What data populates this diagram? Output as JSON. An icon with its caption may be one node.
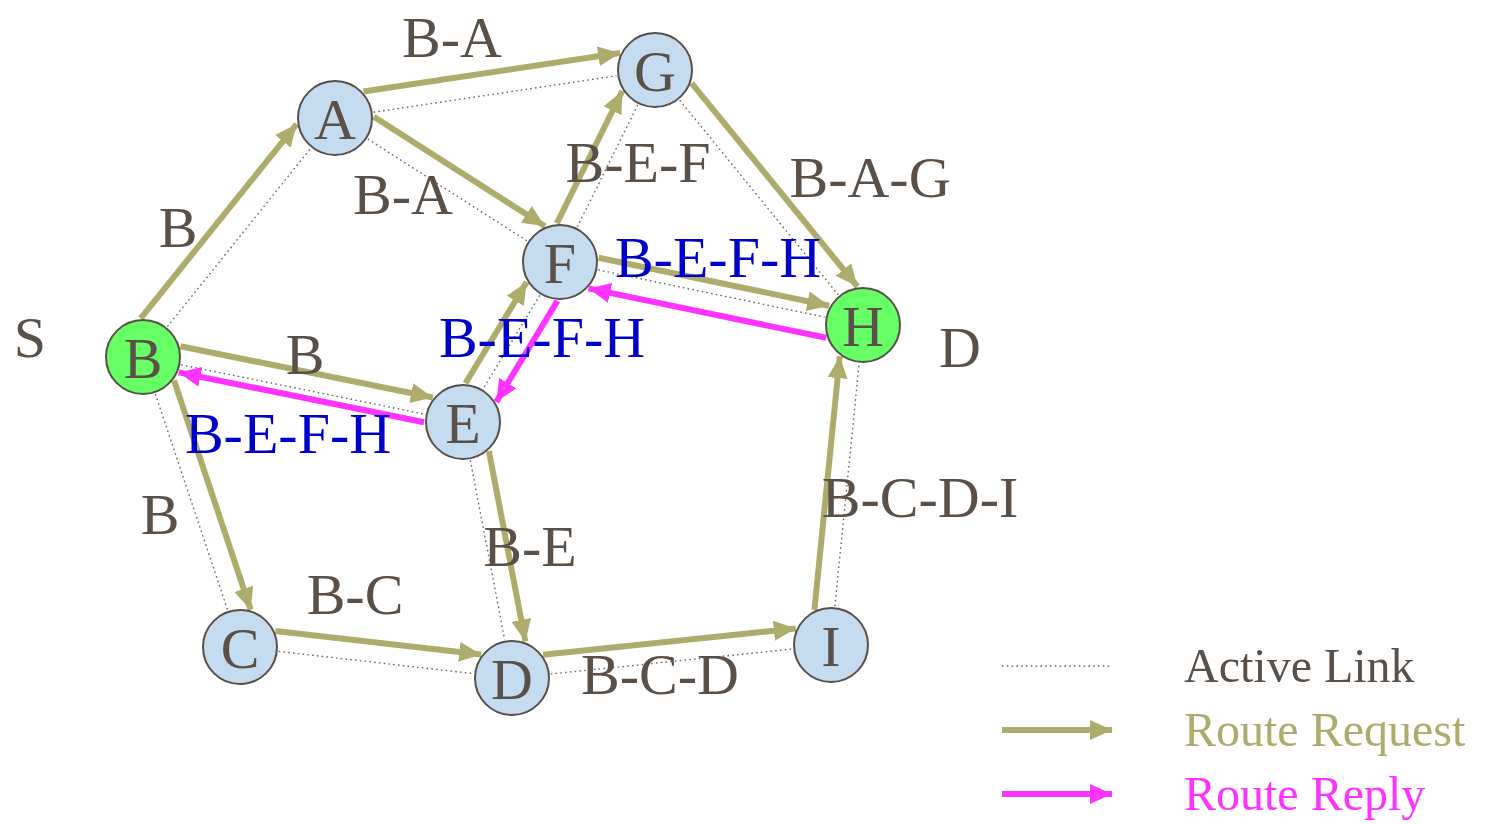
{
  "diagram": {
    "nodes": [
      {
        "text": [
          "A"
        ]
      },
      {
        "text": [
          "G"
        ]
      },
      {
        "text": [
          "F"
        ]
      },
      {
        "text": [
          "B"
        ],
        "beside": [
          "S"
        ]
      },
      {
        "text": [
          "E"
        ]
      },
      {
        "text": [
          "H"
        ],
        "beside": [
          "D"
        ]
      },
      {
        "text": [
          "C"
        ]
      },
      {
        "text": [
          "D"
        ]
      },
      {
        "text": [
          "I"
        ]
      }
    ],
    "edges": [
      {
        "from": 3,
        "to": 0,
        "arrow": "none",
        "style": "dashed"
      },
      {
        "from": 0,
        "to": 1,
        "arrow": "none",
        "style": "dashed"
      },
      {
        "from": 0,
        "to": 2,
        "arrow": "none",
        "style": "dashed"
      },
      {
        "from": 1,
        "to": 2,
        "arrow": "none",
        "style": "dashed"
      },
      {
        "from": 1,
        "to": 5,
        "arrow": "none",
        "style": "dashed"
      },
      {
        "from": 2,
        "to": 5,
        "arrow": "none",
        "style": "dashed"
      },
      {
        "from": 3,
        "to": 4,
        "arrow": "none",
        "style": "dashed"
      },
      {
        "from": 2,
        "to": 4,
        "arrow": "none",
        "style": "dashed"
      },
      {
        "from": 3,
        "to": 6,
        "arrow": "none",
        "style": "dashed"
      },
      {
        "from": 4,
        "to": 7,
        "arrow": "none",
        "style": "dashed"
      },
      {
        "from": 6,
        "to": 7,
        "arrow": "none",
        "style": "dashed"
      },
      {
        "from": 7,
        "to": 8,
        "arrow": "none",
        "style": "dashed"
      },
      {
        "from": 8,
        "to": 5,
        "arrow": "none",
        "style": "dashed"
      },
      {
        "from": 3,
        "to": 0,
        "arrow": "to",
        "color": "#aeac6c",
        "label": "B"
      },
      {
        "from": 0,
        "to": 1,
        "arrow": "to",
        "color": "#aeac6c",
        "label": "B-A"
      },
      {
        "from": 0,
        "to": 2,
        "arrow": "to",
        "color": "#aeac6c",
        "label": "B-A"
      },
      {
        "from": 3,
        "to": 4,
        "arrow": "to",
        "color": "#aeac6c",
        "label": "B"
      },
      {
        "from": 3,
        "to": 6,
        "arrow": "to",
        "color": "#aeac6c",
        "label": "B"
      },
      {
        "from": 2,
        "to": 1,
        "arrow": "to",
        "color": "#aeac6c",
        "label": "B-E-F"
      },
      {
        "from": 1,
        "to": 5,
        "arrow": "to",
        "color": "#aeac6c",
        "label": "B-A-G"
      },
      {
        "from": 4,
        "to": 2,
        "arrow": "to",
        "color": "#aeac6c"
      },
      {
        "from": 2,
        "to": 5,
        "arrow": "to",
        "color": "#aeac6c"
      },
      {
        "from": 4,
        "to": 7,
        "arrow": "to",
        "color": "#aeac6c",
        "label": "B-E"
      },
      {
        "from": 6,
        "to": 7,
        "arrow": "to",
        "color": "#aeac6c",
        "label": "B-C"
      },
      {
        "from": 7,
        "to": 8,
        "arrow": "to",
        "color": "#aeac6c",
        "label": "B-C-D"
      },
      {
        "from": 8,
        "to": 5,
        "arrow": "to",
        "color": "#aeac6c",
        "label": "B-C-D-I"
      },
      {
        "from": 5,
        "to": 2,
        "arrow": "to",
        "color": "#ff33ff",
        "label": "B-E-F-H"
      },
      {
        "from": 2,
        "to": 4,
        "arrow": "to",
        "color": "#ff33ff",
        "label": "B-E-F-H"
      },
      {
        "from": 4,
        "to": 3,
        "arrow": "to",
        "color": "#ff33ff",
        "label": "B-E-F-H"
      }
    ],
    "legend": [
      {
        "text": "Active Link"
      },
      {
        "text": "Route Request"
      },
      {
        "text": "Route Reply"
      }
    ]
  }
}
